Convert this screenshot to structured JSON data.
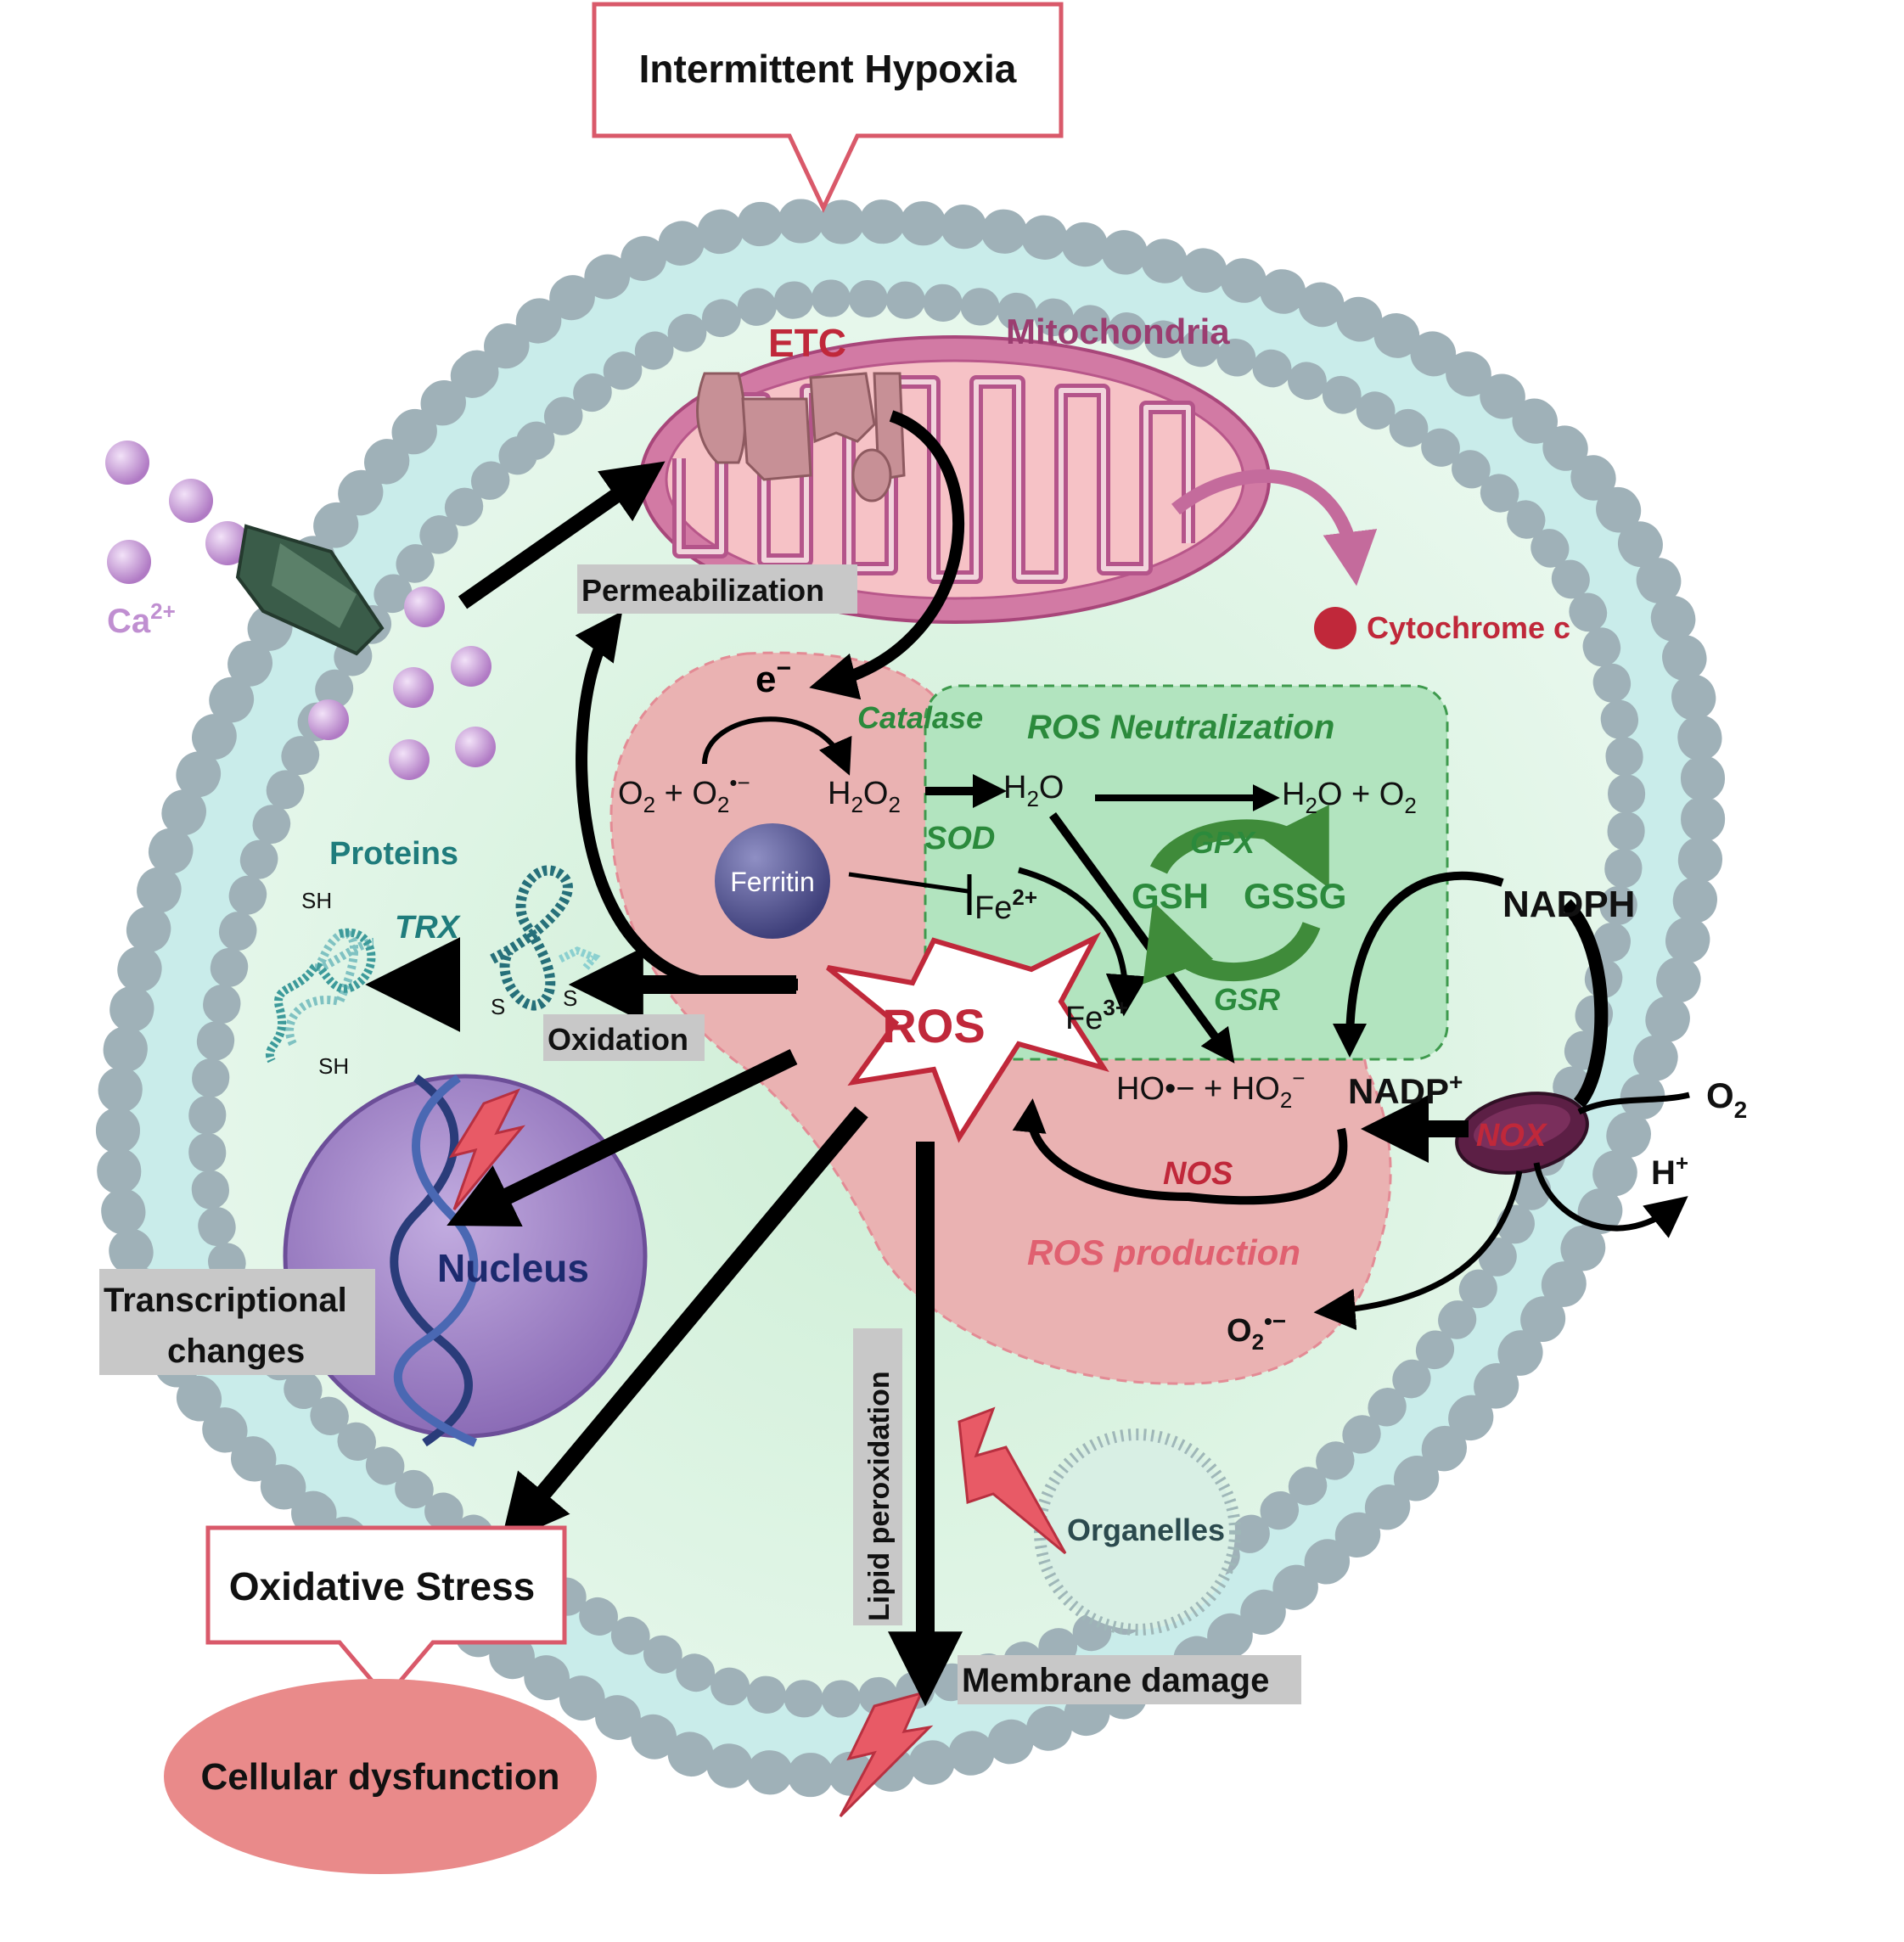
{
  "colors": {
    "membrane_bead": "#9fb1b8",
    "membrane_fill": "#c9ecea",
    "cytoplasm": "#dff4e6",
    "ros_zone": "#eab2b2",
    "neutral_zone": "#b2e4bf",
    "mito": "#d27aa4",
    "mito_matrix": "#f6c2c6",
    "calcium": "#c08fd1",
    "nucleus": "#9b7ec4",
    "red_text": "#c0283a",
    "green_text": "#2b8a3c",
    "teal_text": "#1f7c7c",
    "purple_text": "#9b3d70",
    "navy_text": "#1c2a6e",
    "box_border": "#d9596a",
    "dysfunction_fill": "#e98a8a"
  },
  "boxes": {
    "intermittent_hypoxia": "Intermittent Hypoxia",
    "oxidative_stress": "Oxidative Stress",
    "cellular_dysfunction": "Cellular dysfunction"
  },
  "labels": {
    "etc": "ETC",
    "mitochondria": "Mitochondria",
    "cytochrome_c": "Cytochrome c",
    "permeabilization": "Permeabilization",
    "calcium_base": "Ca",
    "calcium_charge": "2+",
    "electron": "e",
    "electron_charge": "−",
    "catalase": "Catalase",
    "ros_neutralization": "ROS Neutralization",
    "sod": "SOD",
    "ferritin": "Ferritin",
    "fe2_base": "Fe",
    "fe2_charge": "2+",
    "fe3_base": "Fe",
    "fe3_charge": "3+",
    "gpx": "GPX",
    "gsh": "GSH",
    "gssg": "GSSG",
    "gsr": "GSR",
    "nadph": "NADPH",
    "nadp_base": "NADP",
    "nadp_charge": "+",
    "nox": "NOX",
    "o2_base": "O",
    "o2_sub": "2",
    "h_base": "H",
    "h_charge": "+",
    "nos": "NOS",
    "ros_production": "ROS production",
    "superoxide_base": "O",
    "superoxide_sub": "2",
    "superoxide_charge": "•−",
    "ros": "ROS",
    "proteins": "Proteins",
    "trx": "TRX",
    "sh_top": "SH",
    "sh_bottom": "SH",
    "s_left": "S",
    "s_right": "S",
    "oxidation": "Oxidation",
    "nucleus": "Nucleus",
    "transcriptional_line1": "Transcriptional",
    "transcriptional_line2": "changes",
    "lipid_peroxidation": "Lipid peroxidation",
    "organelles": "Organelles",
    "membrane_damage": "Membrane damage"
  },
  "reactions": {
    "r1_o2": "O",
    "r1_o2_sub": "2",
    "r1_plus": " + ",
    "r1_sup": "O",
    "r1_sup_sub": "2",
    "r1_sup_charge": "•−",
    "r1_h2o2_h": "H",
    "r1_h2o2_sub1": "2",
    "r1_h2o2_o": "O",
    "r1_h2o2_sub2": "2",
    "r2_h2o_h": "H",
    "r2_h2o_sub": "2",
    "r2_h2o_o": "O",
    "r3_h": "H",
    "r3_sub": "2",
    "r3_o": "O + O",
    "r3_sub2": "2",
    "r4_ho": "HO•− + HO",
    "r4_sub": "2",
    "r4_charge": "−"
  }
}
